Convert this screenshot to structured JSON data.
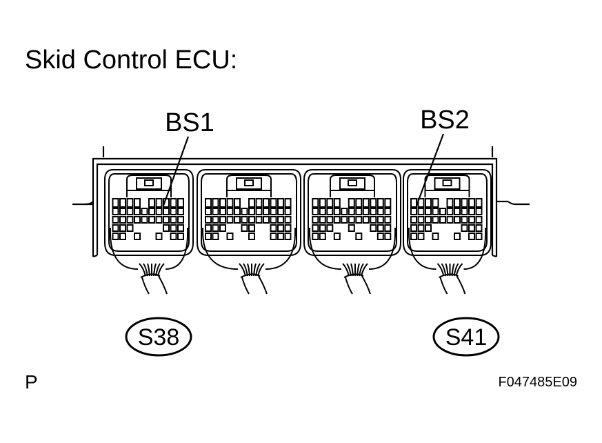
{
  "title": "Skid Control ECU:",
  "labels": {
    "bs1": "BS1",
    "bs2": "BS2",
    "s38": "S38",
    "s41": "S41"
  },
  "footer": {
    "left": "P",
    "right": "F047485E09"
  },
  "colors": {
    "ink": "#000000",
    "background": "#ffffff"
  }
}
